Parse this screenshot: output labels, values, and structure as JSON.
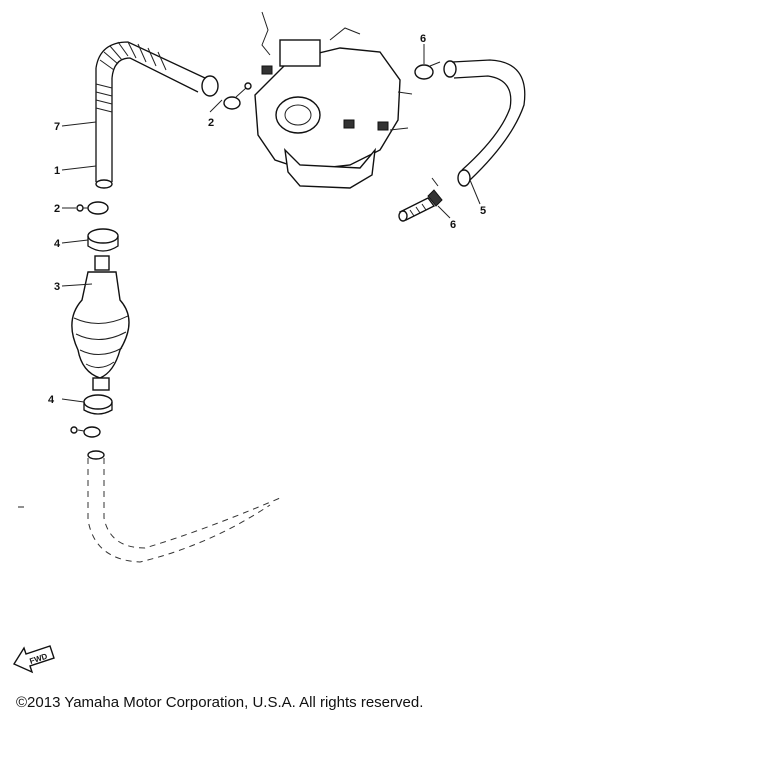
{
  "callouts": {
    "c1": "1",
    "c2a": "2",
    "c2b": "2",
    "c3": "3",
    "c4a": "4",
    "c4b": "4",
    "c5": "5",
    "c6a": "6",
    "c6b": "6",
    "c7": "7"
  },
  "fwd_label": "FWD",
  "copyright": "©2013 Yamaha Motor Corporation, U.S.A. All rights reserved."
}
